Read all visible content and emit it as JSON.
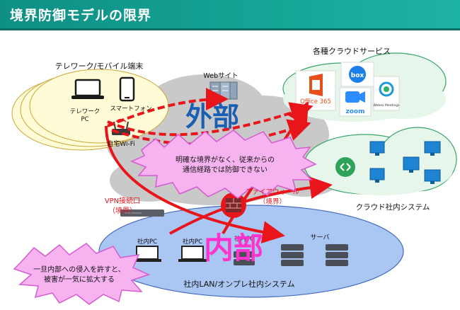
{
  "title": "境界防御モデルの限界",
  "labels": {
    "telework": "テレワーク/モバイル端末",
    "telework_pc": "テレワーク",
    "telework_pc2": "PC",
    "smartphone": "スマートフォン",
    "home_wifi": "自宅Wi-Fi",
    "website": "Webサイト",
    "cloud_services": "各種クラウドサービス",
    "office365": "Office 365",
    "box": "box",
    "zoom": "zoom",
    "webex": "Webex Meetings",
    "outside": "外部",
    "inside": "内部",
    "cloud_internal": "クラウド社内システム",
    "burst1_line1": "明確な境界がなく、従来からの",
    "burst1_line2": "通信経路では防御できない",
    "vpn_line1": "VPN接続口",
    "vpn_line2": "（境界）",
    "firewall_line1": "ファイアウォール",
    "firewall_line2": "（境界）",
    "server": "サーバ",
    "internal_pc1": "社内PC",
    "internal_pc2": "社内PC",
    "internal_pc3": "社内PC",
    "burst2_line1": "一旦内部への侵入を許すと、",
    "burst2_line2": "被害が一気に拡大する",
    "lan": "社内LAN/オンプレ社内システム"
  },
  "colors": {
    "title_bg": "#15a596",
    "arrow_red": "#e8151b",
    "outside_blue": "#1b5fb3",
    "inside_pink": "#ff33cc",
    "burst_pink": "#f6b3f0",
    "cloud_green": "#e6f6ea",
    "lan_blue": "#9fbff0",
    "telework_yellow": "#fffbd6"
  }
}
